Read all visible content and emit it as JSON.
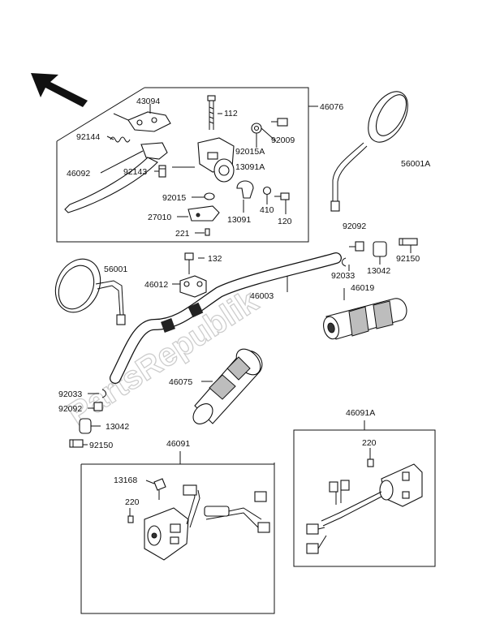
{
  "watermark": "PartsRepublik",
  "labels": {
    "l43094": "43094",
    "l112": "112",
    "l46076": "46076",
    "l92144": "92144",
    "l92009": "92009",
    "l92015A": "92015A",
    "l46092": "46092",
    "l92143": "92143",
    "l13091A": "13091A",
    "l56001A": "56001A",
    "l92015": "92015",
    "l410": "410",
    "l27010": "27010",
    "l13091": "13091",
    "l120": "120",
    "l221": "221",
    "l92092a": "92092",
    "l132": "132",
    "l92150a": "92150",
    "l56001": "56001",
    "l92033a": "92033",
    "l13042a": "13042",
    "l46012": "46012",
    "l46003": "46003",
    "l46019": "46019",
    "l92033b": "92033",
    "l46075": "46075",
    "l92092b": "92092",
    "l13042b": "13042",
    "l92150b": "92150",
    "l46091A": "46091A",
    "l46091": "46091",
    "l220a": "220",
    "l13168": "13168",
    "l220b": "220"
  },
  "colors": {
    "line": "#111111",
    "watermark": "#c8c8c8",
    "background": "#ffffff"
  }
}
